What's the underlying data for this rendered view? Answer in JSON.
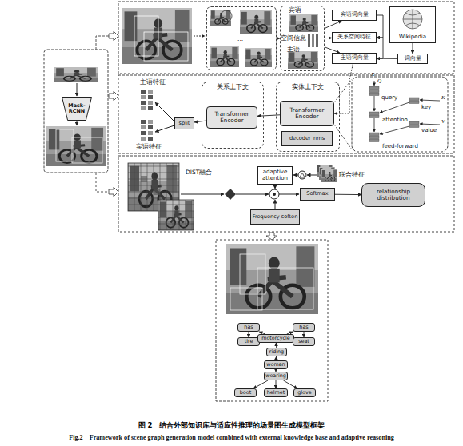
{
  "diagram": {
    "caption": "图 2　结合外部知识库与适应性推理的场景图生成模型框架",
    "nodes": [
      {
        "text": [
          "Mask-RCNN"
        ]
      },
      {
        "text": [
          "..."
        ]
      },
      {
        "text": [
          "宾语",
          "空间信息",
          "主语"
        ]
      },
      {
        "text": [
          "宾语词向量"
        ]
      },
      {
        "text": [
          "关系空间特征"
        ]
      },
      {
        "text": [
          "主语词向量"
        ]
      },
      {
        "text": [
          "Wikipedia"
        ]
      },
      {
        "text": [
          "词向量"
        ]
      },
      {
        "text": [
          "关系上下文"
        ]
      },
      {
        "text": [
          "Transformer Encoder"
        ],
        "in": 8
      },
      {
        "text": [
          "实体上下文"
        ]
      },
      {
        "text": [
          "Transformer Encoder"
        ],
        "in": 10
      },
      {
        "text": [
          "decoder_nms"
        ],
        "in": 10
      },
      {
        "text": [
          "split"
        ]
      },
      {
        "text": [
          "adaptive attention"
        ]
      },
      {
        "text": [
          "Softmax"
        ]
      },
      {
        "text": [
          "relationship distribution"
        ]
      },
      {
        "text": [
          "Frequency soften"
        ]
      },
      {
        "text": [
          "has"
        ]
      },
      {
        "text": [
          "has"
        ]
      },
      {
        "text": [
          "tire"
        ]
      },
      {
        "text": [
          "motorcycle"
        ]
      },
      {
        "text": [
          "seat"
        ]
      },
      {
        "text": [
          "riding"
        ]
      },
      {
        "text": [
          "woman"
        ]
      },
      {
        "text": [
          "wearing"
        ]
      },
      {
        "text": [
          "boot"
        ]
      },
      {
        "text": [
          "helmet"
        ]
      },
      {
        "text": [
          "glove"
        ]
      }
    ],
    "edges": [
      {
        "from": 1,
        "to": 2,
        "arrow": "to"
      },
      {
        "from": 2,
        "to": 3,
        "arrow": "to"
      },
      {
        "from": 2,
        "to": 4,
        "arrow": "to"
      },
      {
        "from": 2,
        "to": 5,
        "arrow": "to"
      },
      {
        "from": 6,
        "to": 7,
        "arrow": "to"
      },
      {
        "from": 7,
        "to": 5,
        "arrow": "to"
      },
      {
        "from": 3,
        "to": 4,
        "arrow": "to"
      },
      {
        "from": 5,
        "to": 4,
        "arrow": "to"
      },
      {
        "from": 5,
        "to": 11,
        "arrow": "to"
      },
      {
        "from": 11,
        "to": 9,
        "arrow": "to"
      },
      {
        "from": 9,
        "to": 13,
        "arrow": "to"
      },
      {
        "from": 15,
        "to": 16,
        "arrow": "to"
      },
      {
        "from": 21,
        "to": 18,
        "arrow": "to"
      },
      {
        "from": 18,
        "to": 20,
        "arrow": "to"
      },
      {
        "from": 21,
        "to": 19,
        "arrow": "to"
      },
      {
        "from": 19,
        "to": 22,
        "arrow": "to"
      },
      {
        "from": 24,
        "to": 23,
        "arrow": "to"
      },
      {
        "from": 23,
        "to": 21,
        "arrow": "to"
      },
      {
        "from": 24,
        "to": 25,
        "arrow": "to"
      },
      {
        "from": 25,
        "to": 26,
        "arrow": "to"
      },
      {
        "from": 25,
        "to": 27,
        "arrow": "to"
      },
      {
        "from": 25,
        "to": 28,
        "arrow": "to"
      }
    ],
    "labels": [
      "主语特征",
      "宾语特征",
      "X",
      "Q",
      "query",
      "key",
      "K",
      "attention",
      "value",
      "V",
      "feed-forward",
      "DIST融合",
      "联合特征",
      "Fig.2　Framework of scene graph generation model combined with external knowledge base and adaptive reasoning"
    ]
  }
}
